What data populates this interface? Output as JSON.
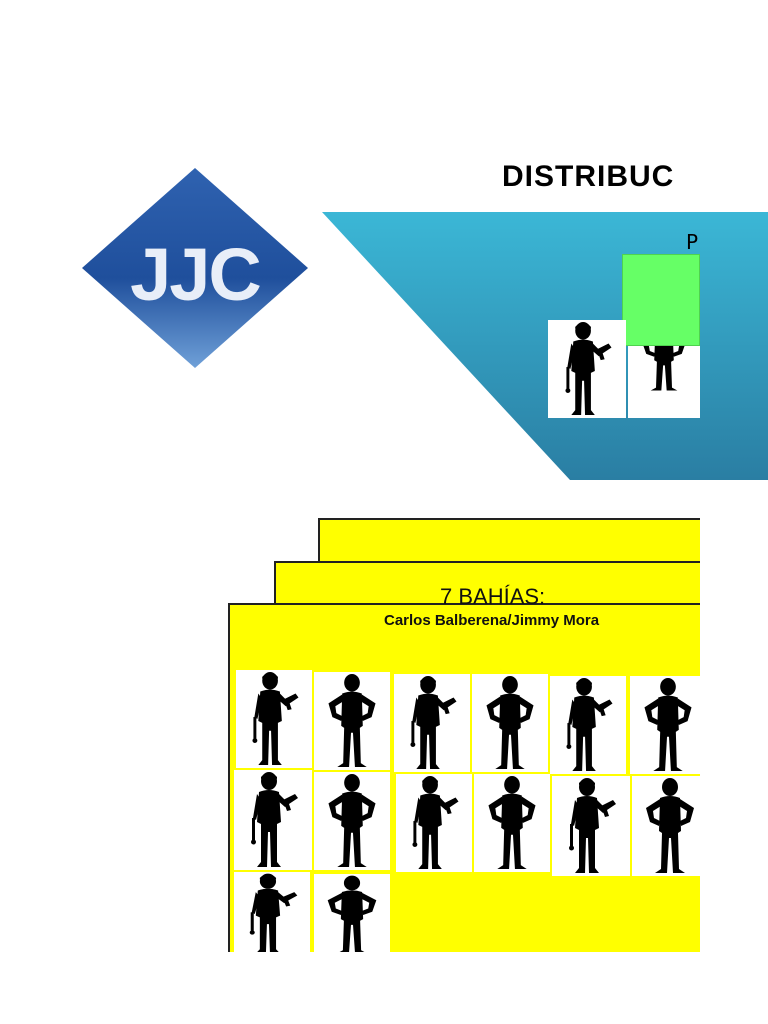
{
  "header": {
    "title": "DISTRIBUC"
  },
  "logo": {
    "text": "JJC",
    "colors": {
      "dark": "#1f4f9c",
      "light": "#6fa0d8"
    }
  },
  "banner": {
    "letter": "P",
    "colors": {
      "top": "#3bb7d6",
      "bottom": "#2a7ea3"
    }
  },
  "colors": {
    "green": "#66ff66",
    "yellow": "#ffff00"
  },
  "bays": {
    "title": "7 BAHÍAS:",
    "names": "Carlos Balberena/Jimmy Mora"
  },
  "icons": {
    "worker_drill": "worker-with-drill-icon",
    "worker_hands_hips": "worker-hands-on-hips-icon"
  }
}
